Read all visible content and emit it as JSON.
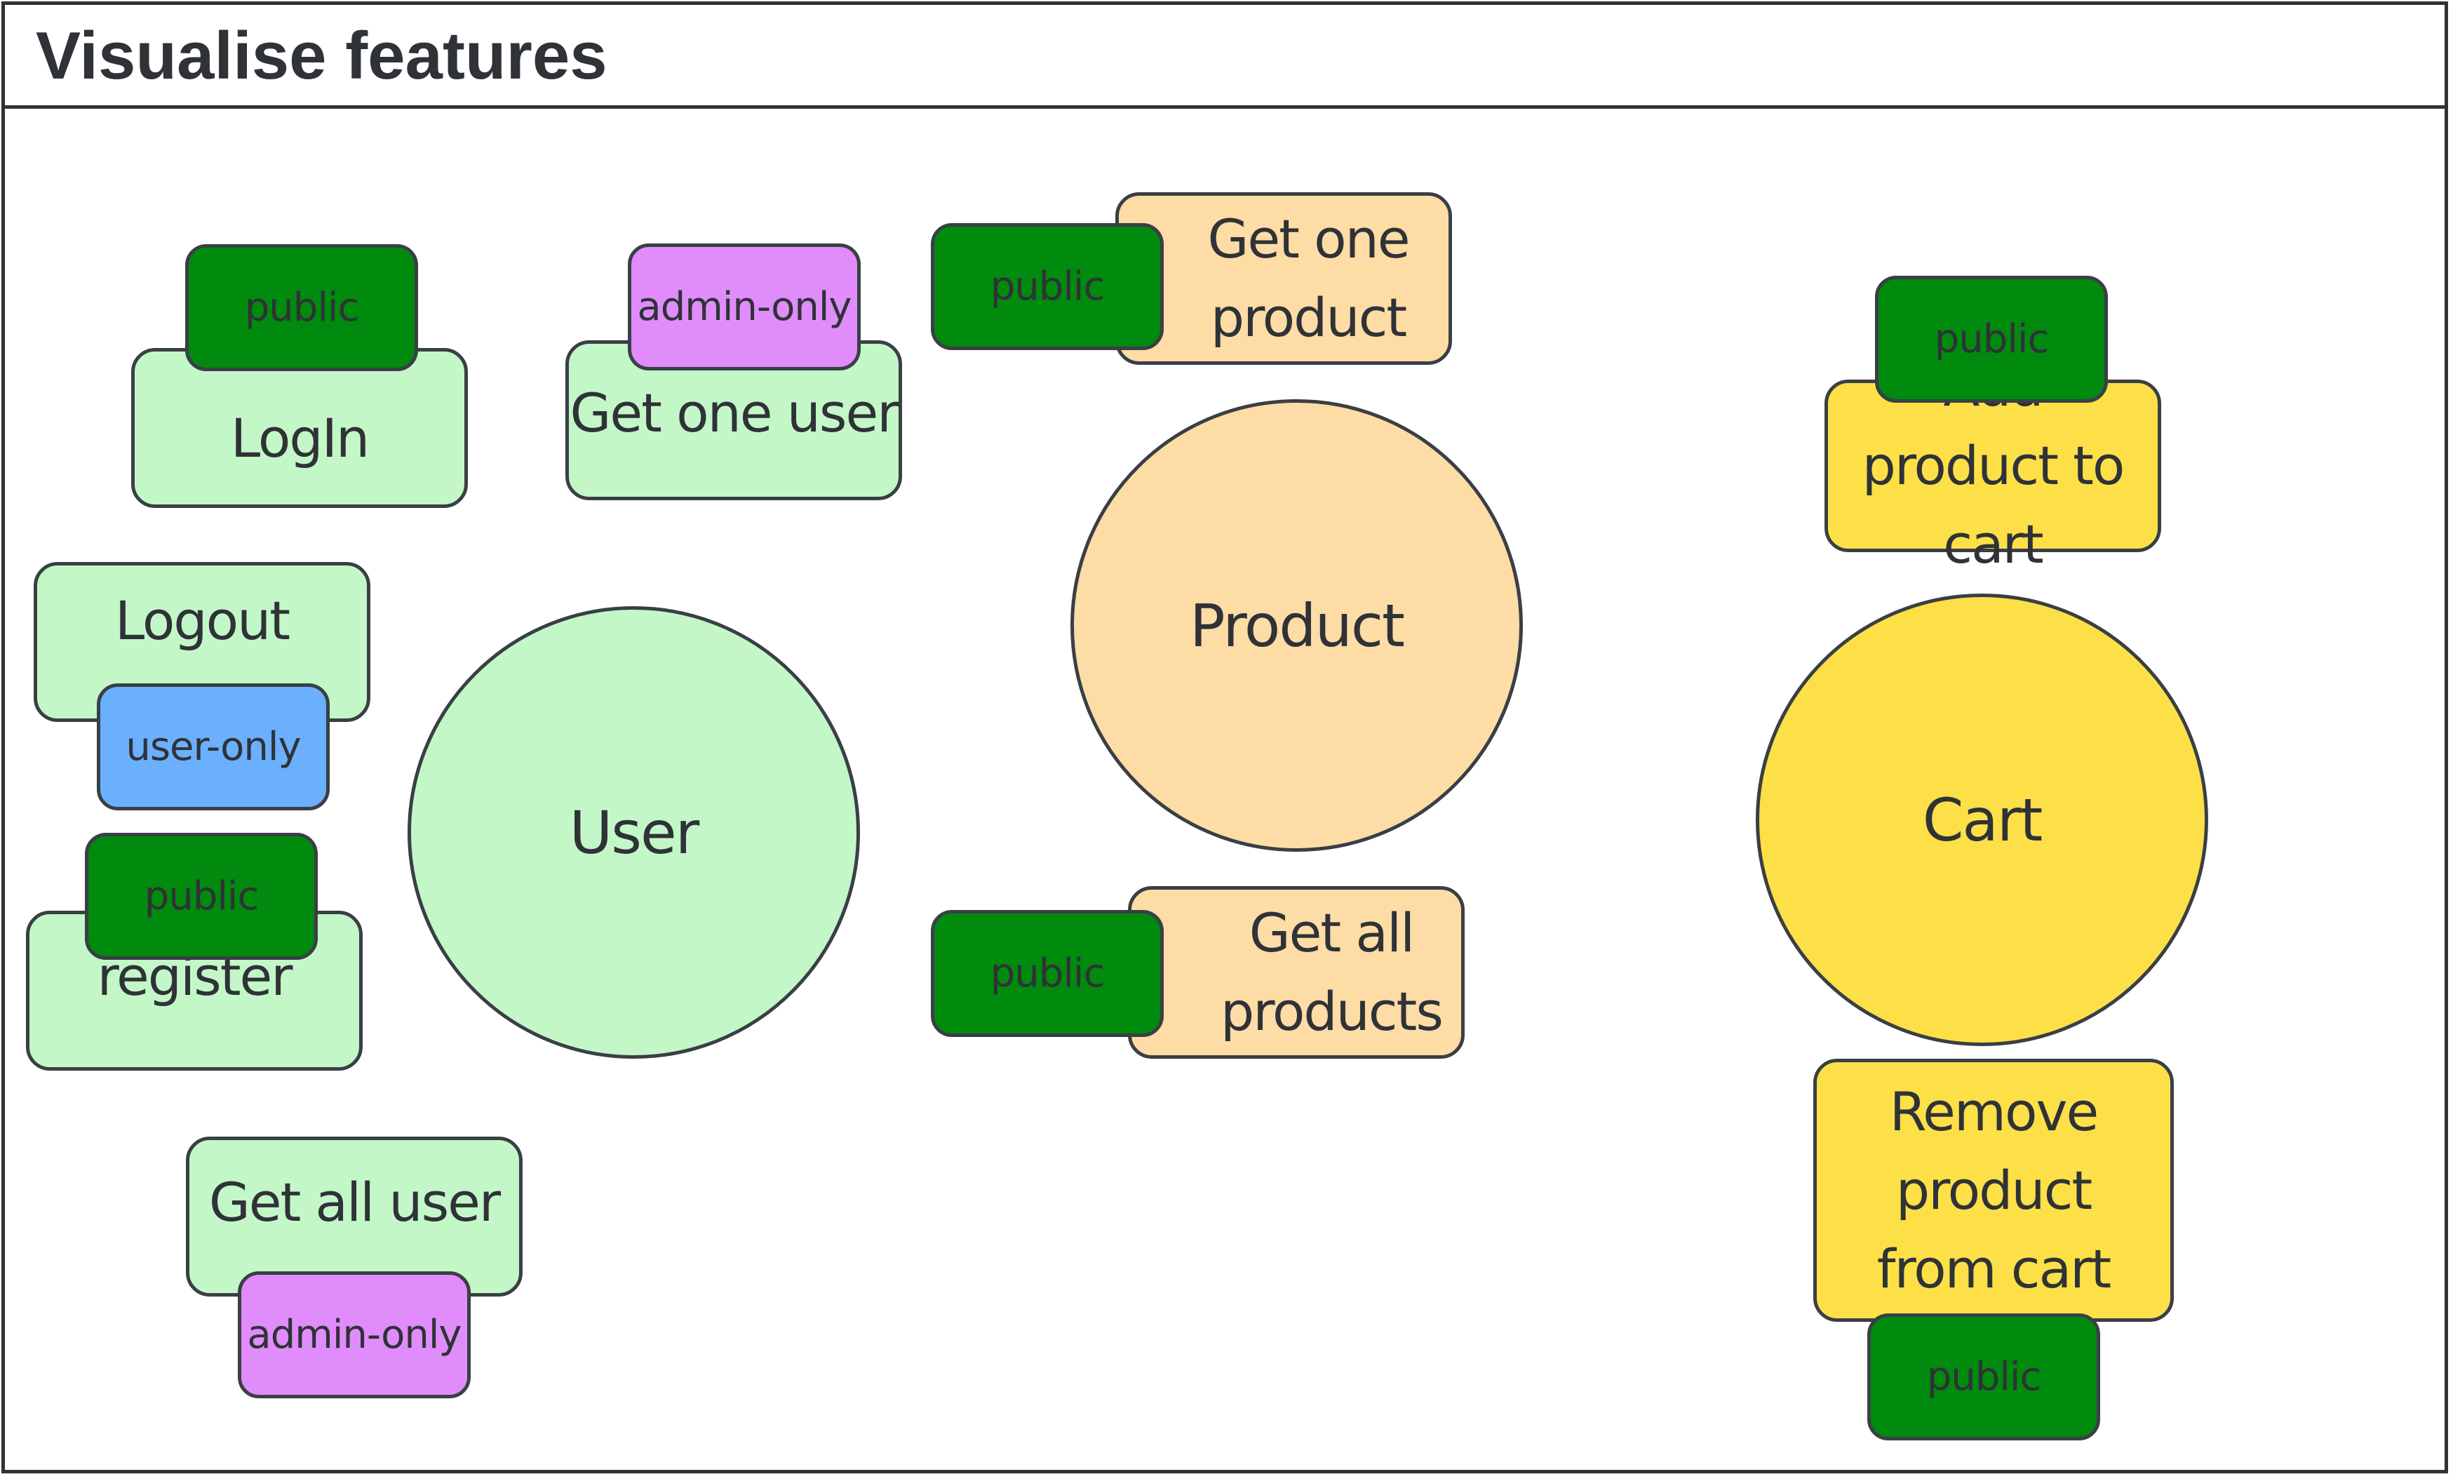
{
  "title": "Visualise features",
  "colors": {
    "user_group": "#c3f7c8",
    "product_group": "#fddca6",
    "cart_group": "#fde047",
    "public_tag": "#008a0e",
    "admin_tag": "#e08cfb",
    "user_tag": "#6ab0fd",
    "stroke": "#3a3f45"
  },
  "entities": {
    "user": "User",
    "product": "Product",
    "cart": "Cart"
  },
  "features": {
    "login": "LogIn",
    "get_one_user": "Get one user",
    "logout": "Logout",
    "register": "register",
    "get_all_user": "Get all user",
    "get_one_product": "Get one product",
    "get_all_products": "Get all products",
    "add_to_cart": "Add product to cart",
    "remove_from_cart": "Remove product from cart"
  },
  "access": {
    "login": "public",
    "get_one_user": "admin-only",
    "logout": "user-only",
    "register": "public",
    "get_all_user": "admin-only",
    "get_one_product": "public",
    "get_all_products": "public",
    "add_to_cart": "public",
    "remove_from_cart": "public"
  }
}
